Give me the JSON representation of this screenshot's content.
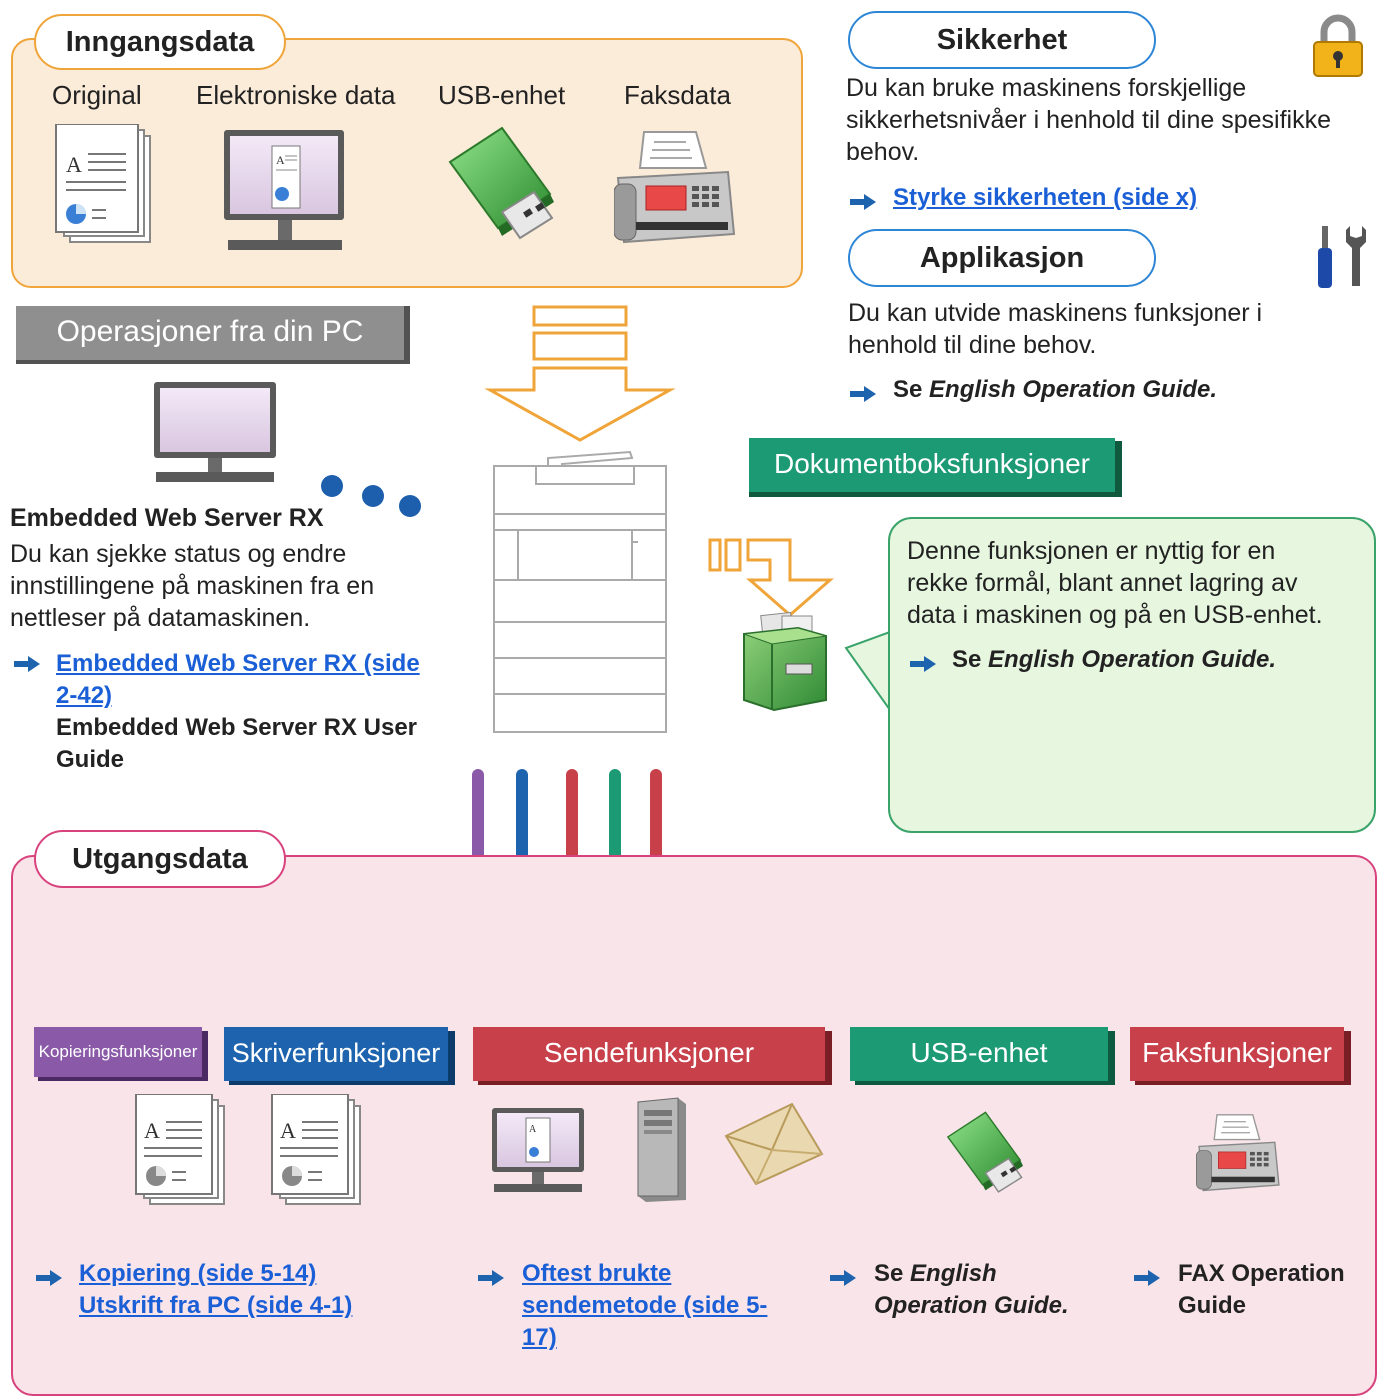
{
  "input": {
    "title": "Inngangsdata",
    "items": [
      "Original",
      "Elektroniske data",
      "USB-enhet",
      "Faksdata"
    ]
  },
  "pc_ops": {
    "title": "Operasjoner fra din PC",
    "ews_title": "Embedded Web Server RX",
    "ews_desc": [
      "Du kan sjekke status og endre",
      "innstillingene på maskinen fra en",
      "nettleser på datamaskinen."
    ],
    "link_line1": "Embedded Web Server RX (side ",
    "link_line2": "2-42)",
    "guide_line1": "Embedded Web Server RX User",
    "guide_line2": "Guide"
  },
  "security": {
    "title": "Sikkerhet",
    "desc": [
      "Du kan bruke maskinens forskjellige",
      "sikkerhetsnivåer i henhold til dine spesifikke",
      "behov."
    ],
    "link": "Styrke sikkerheten (side x)"
  },
  "application": {
    "title": "Applikasjon",
    "desc": [
      "Du kan utvide maskinens funksjoner i",
      "henhold til dine behov."
    ],
    "ref_prefix": "Se ",
    "ref_guide": "English Operation Guide."
  },
  "docbox": {
    "title": "Dokumentboksfunksjoner",
    "desc": [
      "Denne funksjonen er nyttig for en",
      "rekke formål, blant annet lagring av",
      "data i maskinen og på en USB-enhet."
    ],
    "ref_prefix": "Se ",
    "ref_guide": "English Operation Guide."
  },
  "output": {
    "title": "Utgangsdata",
    "categories": [
      {
        "label": "Kopieringsfunksjoner",
        "color": "#8a5aa8"
      },
      {
        "label": "Skriverfunksjoner",
        "color": "#1d63ad"
      },
      {
        "label": "Sendefunksjoner",
        "color": "#c8404a"
      },
      {
        "label": "USB-enhet",
        "color": "#1c9a73"
      },
      {
        "label": "Faksfunksjoner",
        "color": "#c8404a"
      }
    ],
    "links": {
      "copy": "Kopiering (side 5-14)",
      "print": "Utskrift fra PC (side 4-1)",
      "send_line1": "Oftest brukte ",
      "send_line2": "sendemetode (side 5-",
      "send_line3": "17)",
      "usb_prefix": "Se ",
      "usb_guide1": "English",
      "usb_guide2": "Operation Guide.",
      "fax_line1": "FAX Operation",
      "fax_line2": "Guide"
    }
  },
  "icons": [
    "documents-icon",
    "monitor-icon",
    "usb-drive-icon",
    "fax-machine-icon",
    "padlock-icon",
    "tools-icon",
    "printer-icon",
    "document-box-icon",
    "server-icon",
    "envelope-icon",
    "arrow-icon"
  ],
  "colors": {
    "input_border": "#f0a53a",
    "input_fill": "#fbebd9",
    "output_border": "#d8427d",
    "output_fill": "#f9e4ea",
    "link": "#1a5fd6",
    "docbox": "#1c9a73"
  }
}
